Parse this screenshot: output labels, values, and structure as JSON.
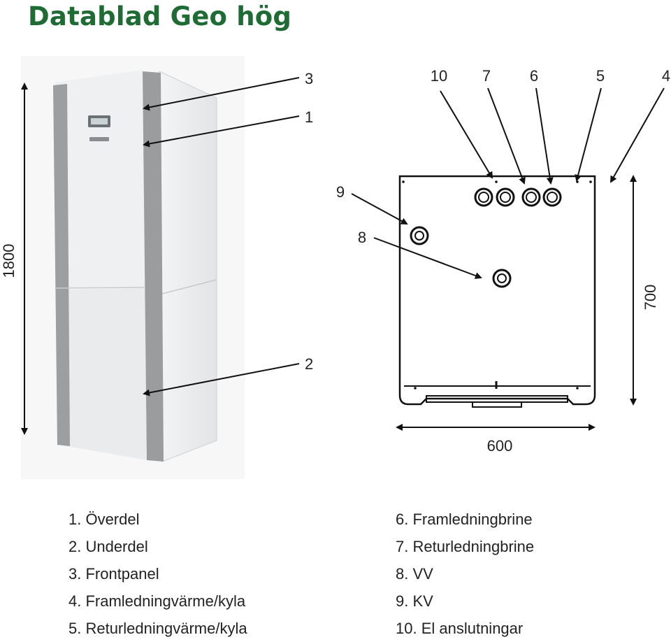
{
  "title": "Datablad Geo hög",
  "photo_callouts": [
    "3",
    "1",
    "2"
  ],
  "height_dimension": "1800",
  "top_view_callouts": [
    "10",
    "7",
    "6",
    "5",
    "4",
    "9",
    "8"
  ],
  "depth_dimension": "700",
  "width_dimension": "600",
  "legend_left": [
    "1. Överdel",
    "2. Underdel",
    "3. Frontpanel",
    "4. Framledningvärme/kyla",
    "5. Returledningvärme/kyla"
  ],
  "legend_right": [
    "6. Framledningbrine",
    "7. Returledningbrine",
    "8. VV",
    "9. KV",
    "10. El anslutningar"
  ],
  "colors": {
    "title": "#1f6b34",
    "panel": "#eef0f1",
    "trim": "#9a9c9e"
  }
}
